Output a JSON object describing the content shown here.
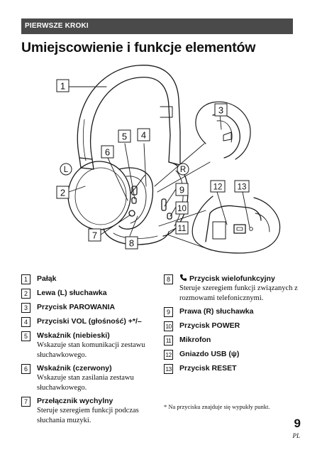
{
  "header": {
    "section": "PIERWSZE KROKI",
    "title": "Umiejscowienie i funkcje elementów"
  },
  "figure": {
    "callouts": [
      "1",
      "2",
      "3",
      "4",
      "5",
      "6",
      "7",
      "8",
      "9",
      "10",
      "11",
      "12",
      "13"
    ],
    "left_mark": "L",
    "right_mark": "R"
  },
  "legend": [
    {
      "num": "1",
      "name": "Pałąk",
      "desc": ""
    },
    {
      "num": "2",
      "name": "Lewa (L) słuchawka",
      "desc": ""
    },
    {
      "num": "3",
      "name": "Przycisk PAROWANIA",
      "desc": ""
    },
    {
      "num": "4",
      "name": "Przyciski VOL (głośność) +*/–",
      "desc": ""
    },
    {
      "num": "5",
      "name": "Wskaźnik (niebieski)",
      "desc": "Wskazuje stan komunikacji zestawu słuchawkowego."
    },
    {
      "num": "6",
      "name": "Wskaźnik (czerwony)",
      "desc": "Wskazuje stan zasilania zestawu słuchawkowego."
    },
    {
      "num": "7",
      "name": "Przełącznik wychylny",
      "desc": "Steruje szeregiem funkcji podczas słuchania muzyki."
    },
    {
      "num": "8",
      "name": "Przycisk wielofunkcyjny",
      "desc": "Steruje szeregiem funkcji związanych z rozmowami telefonicznymi."
    },
    {
      "num": "9",
      "name": "Prawa (R) słuchawka",
      "desc": ""
    },
    {
      "num": "10",
      "name": "Przycisk POWER",
      "desc": ""
    },
    {
      "num": "11",
      "name": "Mikrofon",
      "desc": ""
    },
    {
      "num": "12",
      "name": "Gniazdo USB (ψ)",
      "desc": ""
    },
    {
      "num": "13",
      "name": "Przycisk RESET",
      "desc": ""
    }
  ],
  "footnote": "* Na przycisku znajduje się wypukły punkt.",
  "footer": {
    "page_number": "9",
    "language": "PL"
  },
  "icons": [
    "phone-icon",
    "usb-icon",
    "headset-illustration"
  ]
}
